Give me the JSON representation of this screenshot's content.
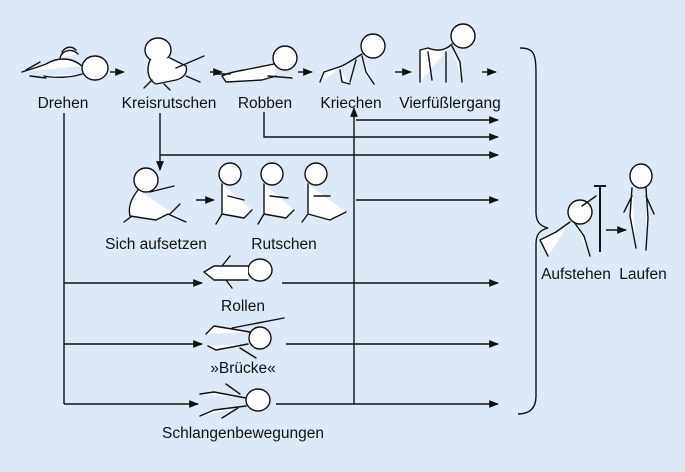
{
  "labels": {
    "drehen": "Drehen",
    "kreisrutschen": "Kreisrutschen",
    "robben": "Robben",
    "kriechen": "Kriechen",
    "vierfuesslergang": "Vierfüßlergang",
    "sich_aufsetzen": "Sich aufsetzen",
    "rutschen": "Rutschen",
    "rollen": "Rollen",
    "bruecke": "»Brücke«",
    "schlangenbewegungen": "Schlangenbewegungen",
    "aufstehen": "Aufstehen",
    "laufen": "Laufen"
  },
  "icons": {
    "baby_figure": "baby-figure-icon",
    "standing_child": "standing-child-icon",
    "support_post": "support-post-icon"
  },
  "colors": {
    "background": "#dde9f7",
    "ink": "#111111"
  }
}
